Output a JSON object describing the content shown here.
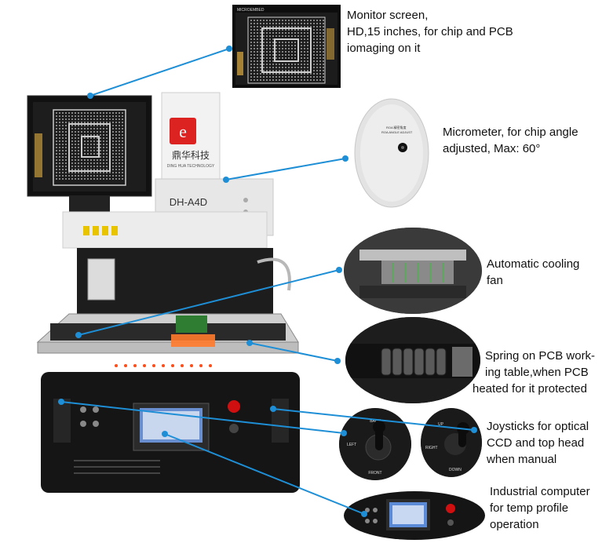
{
  "annotations": [
    {
      "id": "monitor",
      "lines": [
        "Monitor screen,",
        "HD,15 inches, for chip and PCB",
        "iomaging on it"
      ]
    },
    {
      "id": "micrometer",
      "lines": [
        "Micrometer, for chip angle",
        "adjusted, Max: 60°"
      ]
    },
    {
      "id": "cooling",
      "lines": [
        "Automatic cooling",
        "fan"
      ]
    },
    {
      "id": "spring",
      "lines": [
        "Spring on PCB work-",
        "ing table,when PCB",
        "heated for it protected"
      ]
    },
    {
      "id": "joystick",
      "lines": [
        "Joysticks for optical",
        "CCD and top head",
        "when manual"
      ]
    },
    {
      "id": "computer",
      "lines": [
        "Industrial computer",
        "for temp profile",
        "operation"
      ]
    }
  ],
  "machine": {
    "model": "DH-A4D",
    "brand_cn": "鼎华科技",
    "brand_en": "DING HUA TECHNOLOGY",
    "monitor_header": "MICROEMBED",
    "dial_text_1": "ROA 精密角度",
    "dial_text_2": "ROA ANGLE ADJUST",
    "joystick_back": "BACK",
    "joystick_front": "FRONT",
    "joystick_left": "LEFT",
    "joystick_right": "RIGHT",
    "joystick_up": "UP",
    "joystick_down": "DOWN"
  },
  "colors": {
    "leader": "#1e8fd6",
    "machine_body": "#1a1a1a",
    "machine_white": "#ececec"
  }
}
